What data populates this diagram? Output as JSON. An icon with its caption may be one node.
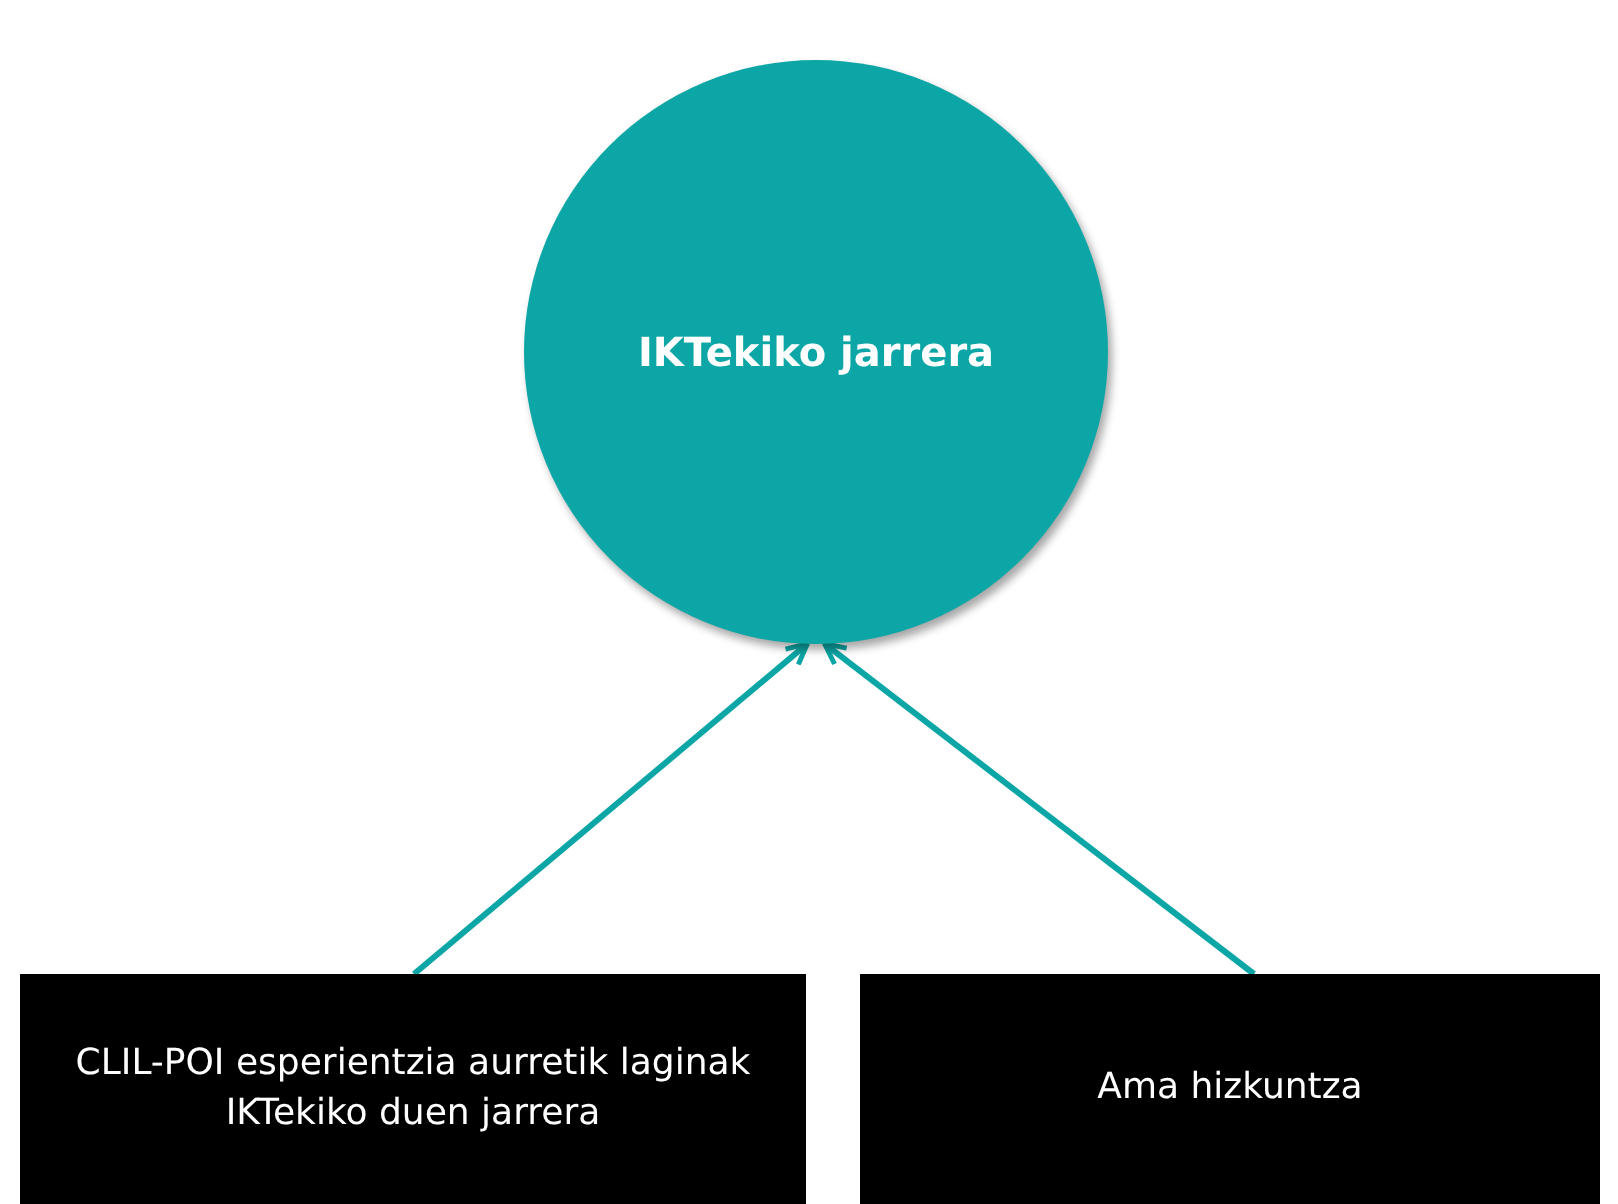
{
  "diagram": {
    "nodes": [
      {
        "text": [
          "IKTekiko jarrera"
        ]
      },
      {
        "text": [
          "CLIL-POI esperientzia aurretik laginak IKTekiko duen jarrera"
        ]
      },
      {
        "text": [
          "Ama hizkuntza"
        ]
      }
    ],
    "edges": [
      {
        "from": 1,
        "to": 0,
        "arrow": "to"
      },
      {
        "from": 2,
        "to": 0,
        "arrow": "to"
      }
    ]
  }
}
